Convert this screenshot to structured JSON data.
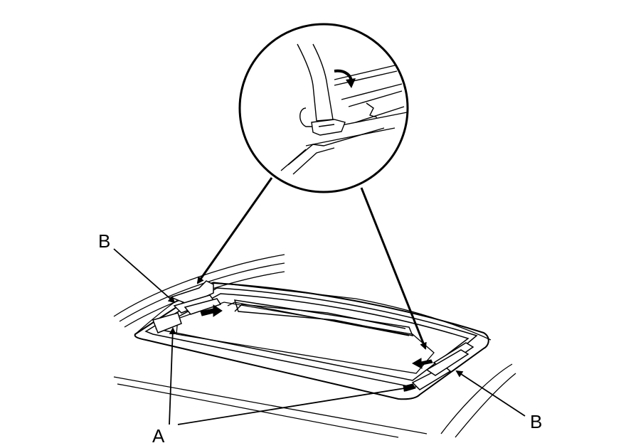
{
  "callouts": {
    "label_a": "A",
    "label_b_left": "B",
    "label_b_right": "B"
  },
  "colors": {
    "ink": "#000000",
    "paper": "#ffffff"
  }
}
